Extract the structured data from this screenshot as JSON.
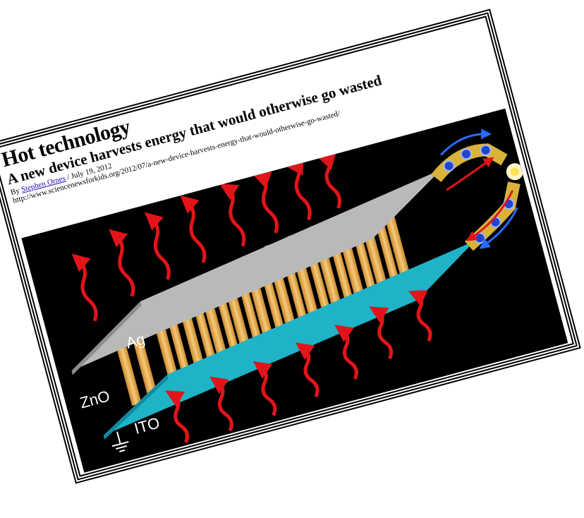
{
  "article": {
    "title": "Hot technology",
    "subtitle": "A new device harvests energy that would otherwise go wasted",
    "byline_prefix": "By",
    "author": "Stephen Ornes",
    "date": "July 19, 2012",
    "date_separator": " / ",
    "url": "http://www.sciencenewsforkids.org/2012/07/a-new-device-harvests-energy-that-would-otherwise-go-wasted/"
  },
  "figure": {
    "label_top": "Ag",
    "label_middle": "ZnO",
    "label_bottom": "ITO",
    "colors": {
      "background": "#000000",
      "silver_plate": "#b9b9b9",
      "cyan_plate": "#1fb3c8",
      "rods": "#f3b75d",
      "heat_arrows": "#e2141a",
      "wires": "#d9b23a",
      "electrons": "#2244cc"
    },
    "icons": [
      "heat-arrow-icon",
      "electron-icon",
      "lightbulb-icon",
      "ground-icon"
    ]
  }
}
